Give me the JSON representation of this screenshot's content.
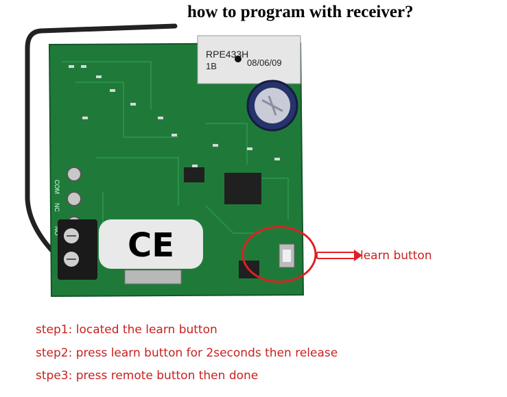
{
  "title": "how to program with receiver?",
  "callout": {
    "label": "learn button",
    "color": "#c8201f"
  },
  "steps": [
    "step1: located the learn button",
    "step2: press learn button for 2seconds then release",
    "stpe3: press remote button then done"
  ],
  "board": {
    "module_label_line1": "RPE433H",
    "module_label_line2": "1B",
    "module_date": "08/06/09",
    "ce_mark": "CE",
    "pin_labels": [
      "COM",
      "NC",
      "NO"
    ],
    "pcb_color": "#1f7a3a"
  }
}
